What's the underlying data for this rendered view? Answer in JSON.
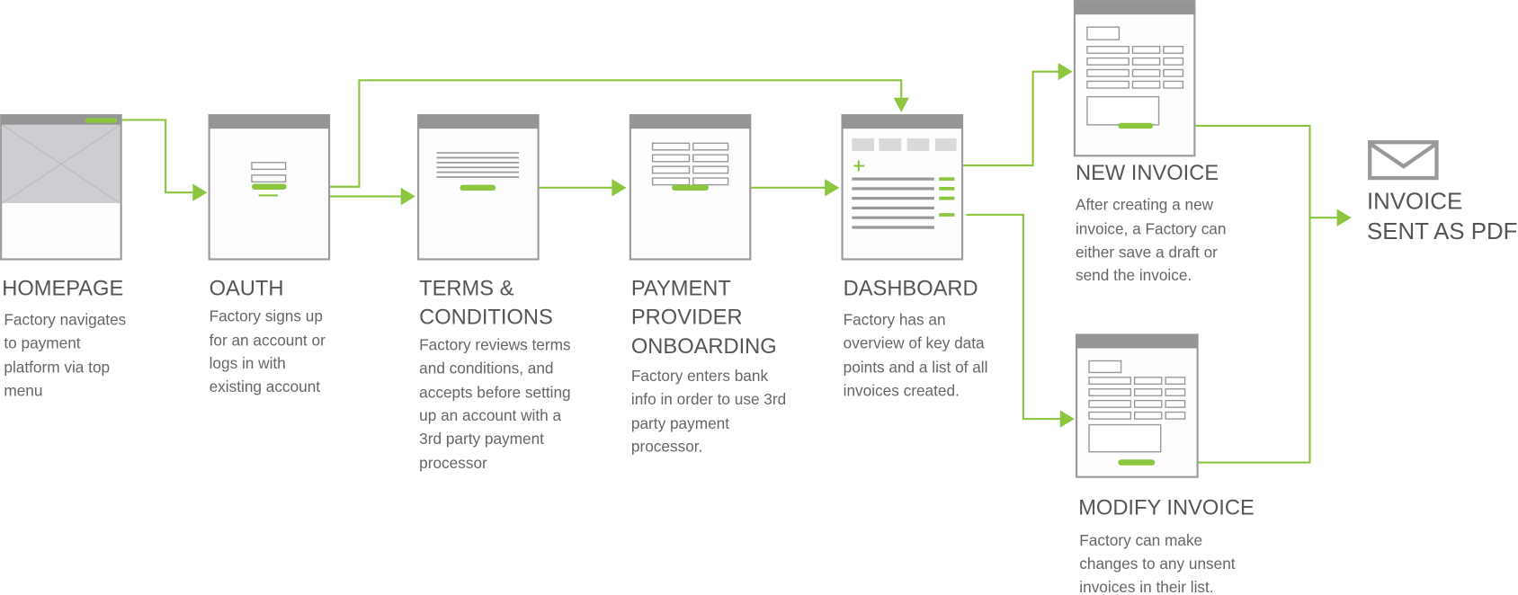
{
  "colors": {
    "accent": "#8cc63f",
    "frame": "#9a9a9a",
    "header": "#959595",
    "text": "#555555"
  },
  "steps": {
    "homepage": {
      "title": "HOMEPAGE",
      "desc": [
        "Factory navigates",
        "to payment",
        "platform via top",
        "menu"
      ]
    },
    "oauth": {
      "title": "OAUTH",
      "desc": [
        "Factory signs up",
        "for an account or",
        "logs in with",
        "existing account"
      ]
    },
    "terms": {
      "title": [
        "TERMS &",
        "CONDITIONS"
      ],
      "desc": [
        "Factory reviews terms",
        "and conditions, and",
        "accepts before setting",
        "up an account with a",
        "3rd party payment",
        "processor"
      ]
    },
    "payment": {
      "title": [
        "PAYMENT",
        "PROVIDER",
        "ONBOARDING"
      ],
      "desc": [
        "Factory enters bank",
        "info in order to use 3rd",
        "party payment",
        "processor."
      ]
    },
    "dashboard": {
      "title": "DASHBOARD",
      "desc": [
        "Factory has an",
        "overview of key data",
        "points and a list of all",
        "invoices created."
      ]
    },
    "new_invoice": {
      "title": "NEW INVOICE",
      "desc": [
        "After creating a new",
        "invoice, a Factory can",
        "either save a draft or",
        "send the invoice."
      ]
    },
    "modify_invoice": {
      "title": "MODIFY INVOICE",
      "desc": [
        "Factory can make",
        "changes to any unsent",
        "invoices in their list."
      ]
    },
    "sent": {
      "title": [
        "INVOICE",
        "SENT AS PDF"
      ],
      "icon": "envelope-icon"
    }
  }
}
